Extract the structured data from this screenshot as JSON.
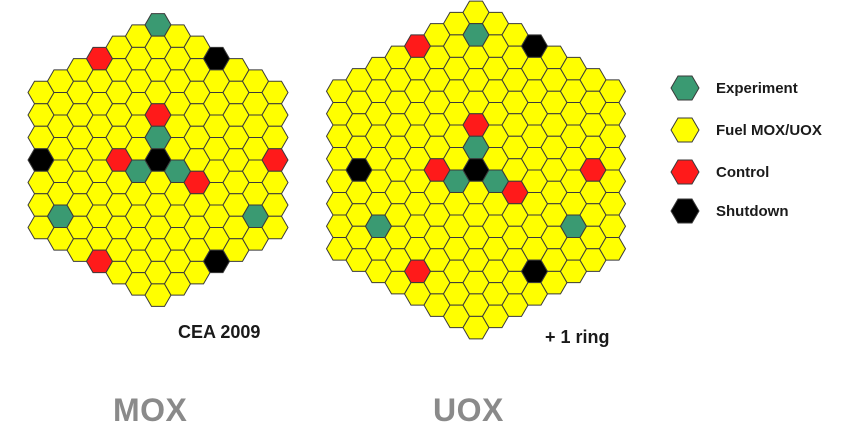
{
  "legend": {
    "items": [
      {
        "label": "Experiment",
        "color": "#3a9a72"
      },
      {
        "label": "Fuel MOX/UOX",
        "color": "#ffff00"
      },
      {
        "label": "Control",
        "color": "#ff1a1a"
      },
      {
        "label": "Shutdown",
        "color": "#000000"
      }
    ]
  },
  "captions": {
    "mox_source": "CEA 2009",
    "uox_note": "+ 1 ring",
    "mox_label": "MOX",
    "uox_label": "UOX"
  },
  "cores": [
    {
      "name": "MOX",
      "rings": 7,
      "special_assemblies": [
        {
          "type": "experiment",
          "q": 0,
          "r": -1
        },
        {
          "type": "experiment",
          "q": -1,
          "r": 1
        },
        {
          "type": "experiment",
          "q": 1,
          "r": 0
        },
        {
          "type": "shutdown",
          "q": 0,
          "r": 0
        },
        {
          "type": "control",
          "q": 0,
          "r": -2
        },
        {
          "type": "control",
          "q": -2,
          "r": 1
        },
        {
          "type": "control",
          "q": 2,
          "r": 0
        },
        {
          "type": "experiment",
          "q": 0,
          "r": -6
        },
        {
          "type": "shutdown",
          "q": 3,
          "r": -6
        },
        {
          "type": "control",
          "q": -3,
          "r": -3
        },
        {
          "type": "shutdown",
          "q": -6,
          "r": 3
        },
        {
          "type": "control",
          "q": 6,
          "r": -3
        },
        {
          "type": "experiment",
          "q": -5,
          "r": 5
        },
        {
          "type": "experiment",
          "q": 5,
          "r": 0
        },
        {
          "type": "control",
          "q": -3,
          "r": 6
        },
        {
          "type": "shutdown",
          "q": 3,
          "r": 3
        }
      ]
    },
    {
      "name": "UOX",
      "rings": 8,
      "special_assemblies": [
        {
          "type": "experiment",
          "q": 0,
          "r": -1
        },
        {
          "type": "experiment",
          "q": -1,
          "r": 1
        },
        {
          "type": "experiment",
          "q": 1,
          "r": 0
        },
        {
          "type": "shutdown",
          "q": 0,
          "r": 0
        },
        {
          "type": "control",
          "q": 0,
          "r": -2
        },
        {
          "type": "control",
          "q": -2,
          "r": 1
        },
        {
          "type": "control",
          "q": 2,
          "r": 0
        },
        {
          "type": "experiment",
          "q": 0,
          "r": -6
        },
        {
          "type": "shutdown",
          "q": 3,
          "r": -7
        },
        {
          "type": "control",
          "q": -3,
          "r": -4
        },
        {
          "type": "shutdown",
          "q": -6,
          "r": 3
        },
        {
          "type": "control",
          "q": 6,
          "r": -3
        },
        {
          "type": "experiment",
          "q": -5,
          "r": 5
        },
        {
          "type": "experiment",
          "q": 5,
          "r": 0
        },
        {
          "type": "control",
          "q": -3,
          "r": 6
        },
        {
          "type": "shutdown",
          "q": 3,
          "r": 3
        }
      ]
    }
  ]
}
